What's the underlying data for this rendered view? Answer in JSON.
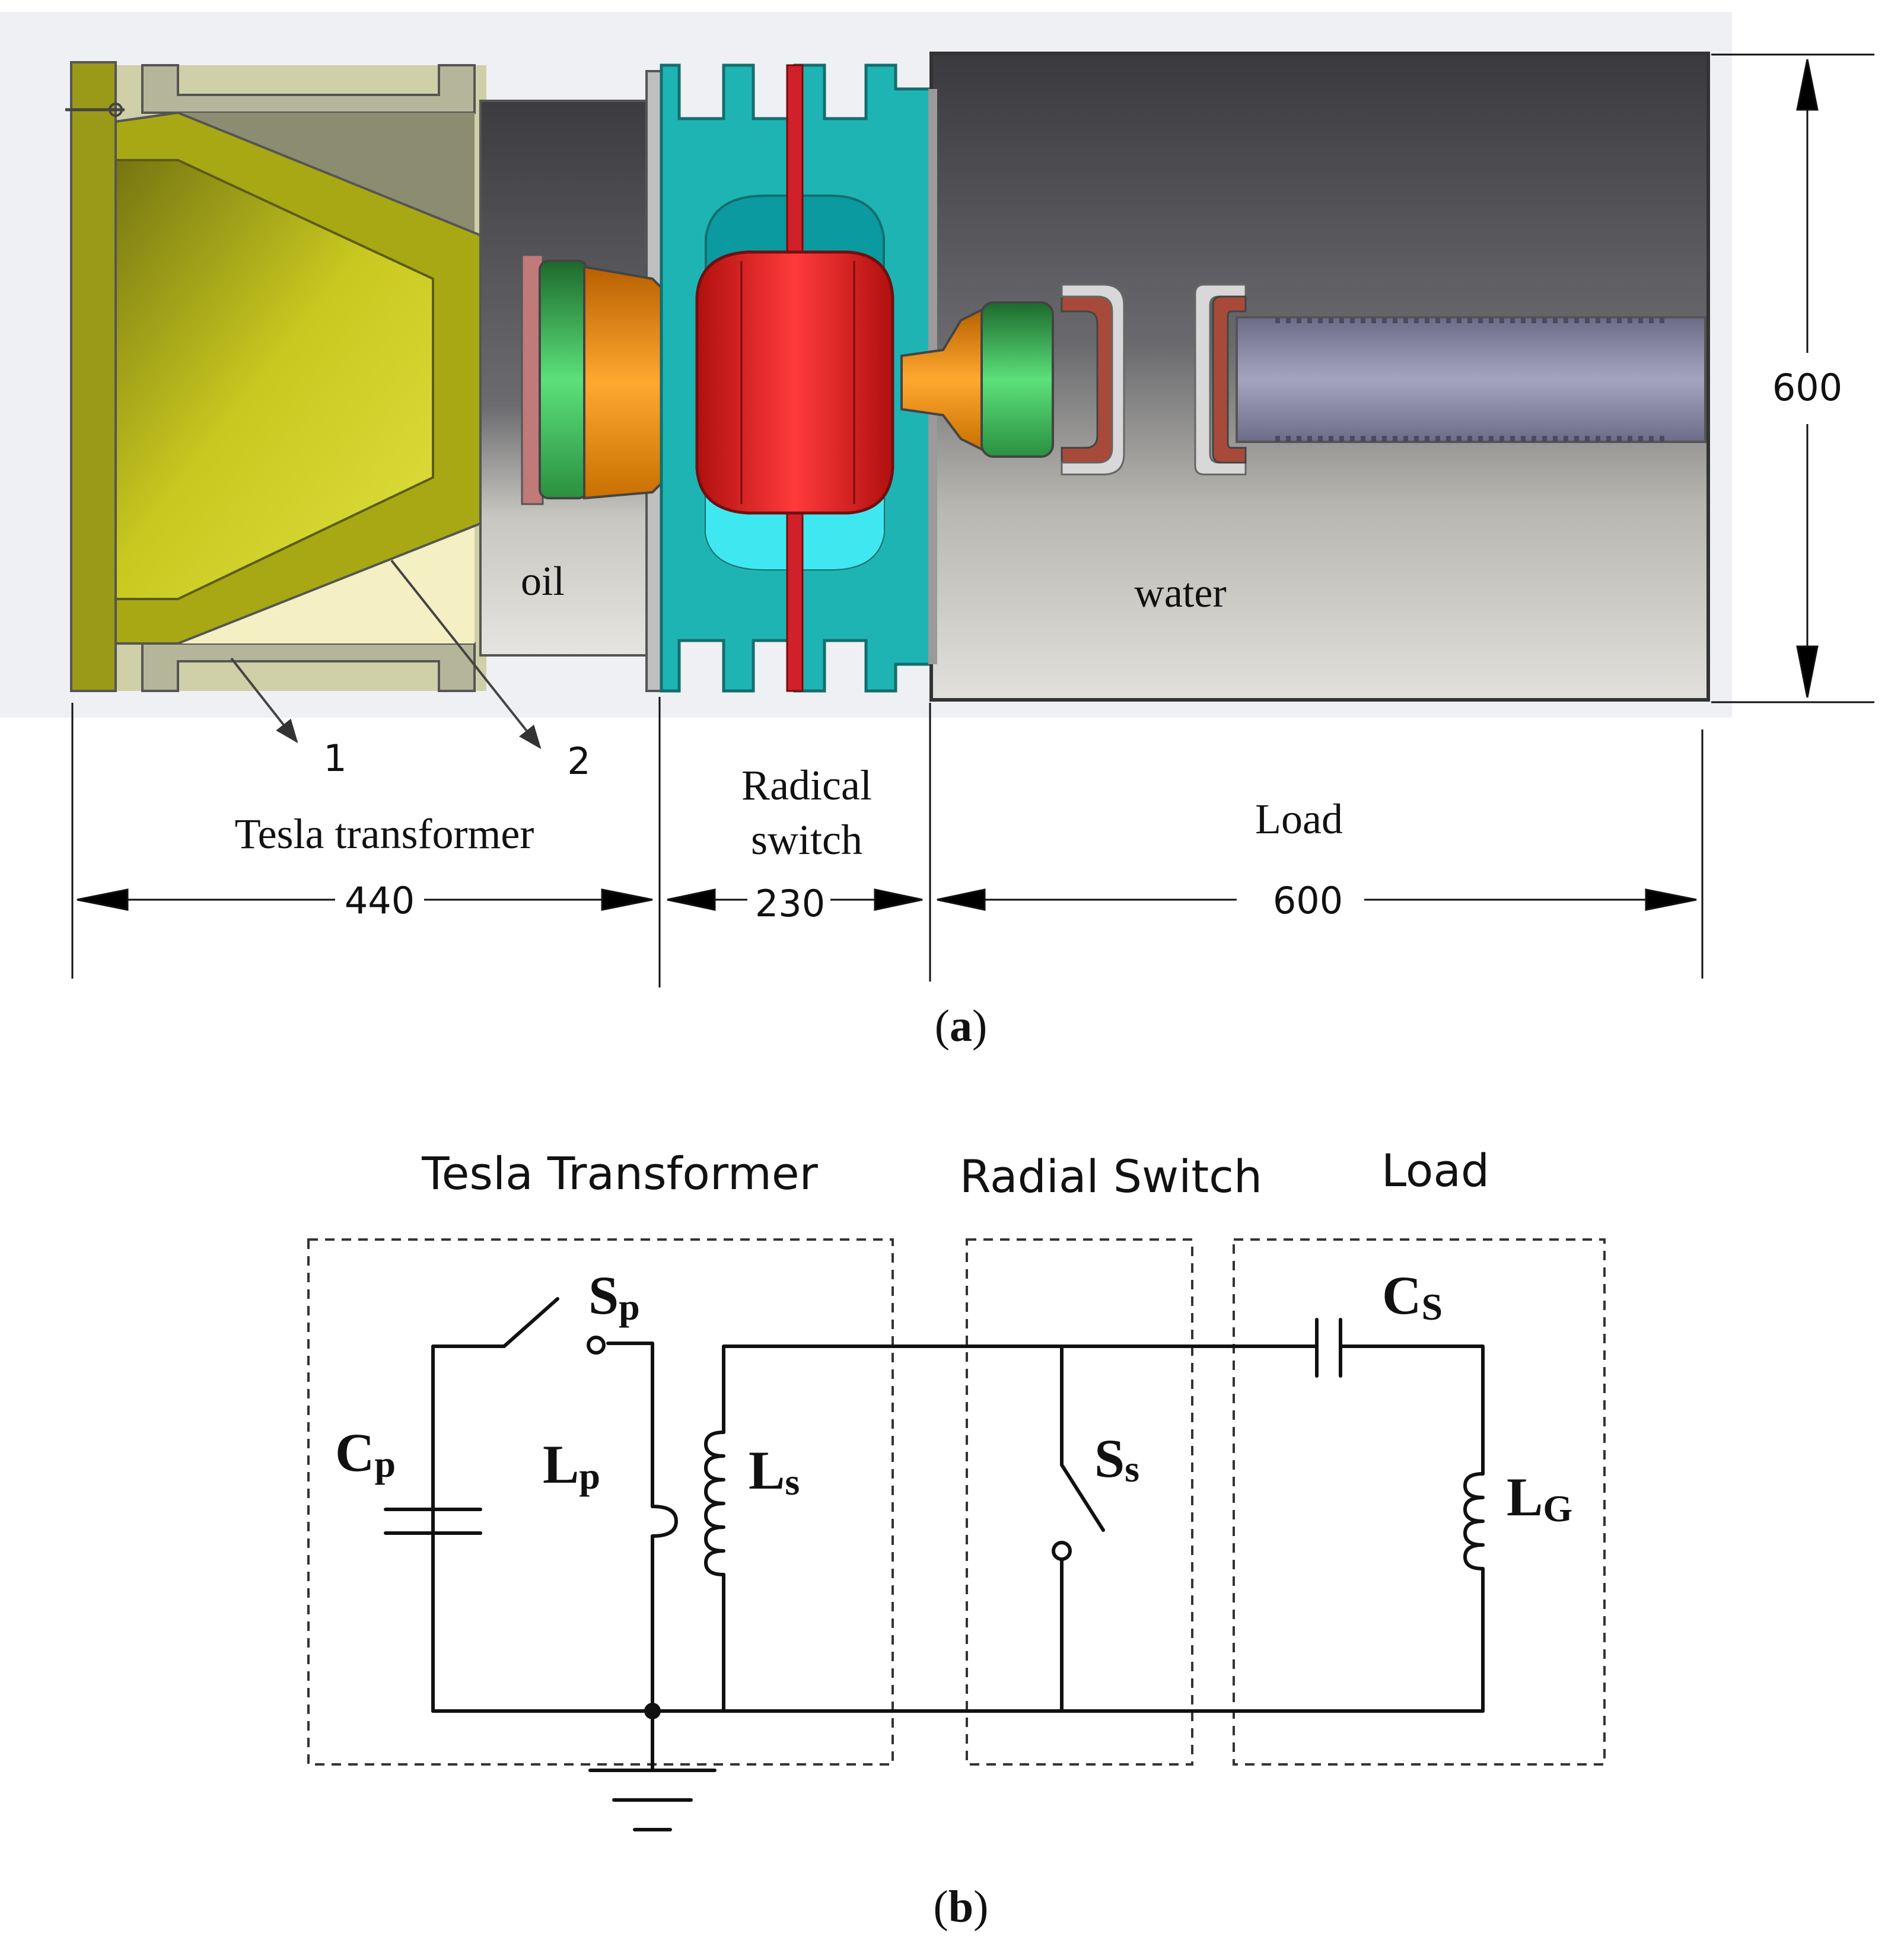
{
  "panel_a": {
    "region_labels": {
      "oil": "oil",
      "water": "water"
    },
    "callouts": [
      "1",
      "2"
    ],
    "sections": {
      "tesla": "Tesla transformer",
      "switch_line1": "Radical",
      "switch_line2": "switch",
      "load": "Load"
    },
    "dimensions": {
      "tesla_length": "440",
      "switch_length": "230",
      "load_length": "600",
      "height": "600"
    },
    "caption": {
      "open": "(",
      "letter": "a",
      "close": ")"
    }
  },
  "panel_b": {
    "section_titles": {
      "tesla": "Tesla Transformer",
      "switch": "Radial Switch",
      "load": "Load"
    },
    "components": {
      "sp": {
        "main": "S",
        "sub": "p"
      },
      "cp": {
        "main": "C",
        "sub": "p"
      },
      "lp": {
        "main": "L",
        "sub": "p"
      },
      "ls": {
        "main": "L",
        "sub": "s"
      },
      "ss": {
        "main": "S",
        "sub": "s"
      },
      "cs": {
        "main": "C",
        "sub": "S"
      },
      "lg": {
        "main": "L",
        "sub": "G"
      }
    },
    "caption": {
      "open": "(",
      "letter": "b",
      "close": ")"
    }
  },
  "colors": {
    "tesla_yellow": "#b5b51a",
    "switch_teal": "#20b5b5",
    "switch_red": "#e02020",
    "bushing_orange": "#f0901a",
    "ring_green": "#3cc85a",
    "load_gray": "#8a8aa8",
    "wire": "#111111",
    "dashed_box": "#333333"
  }
}
